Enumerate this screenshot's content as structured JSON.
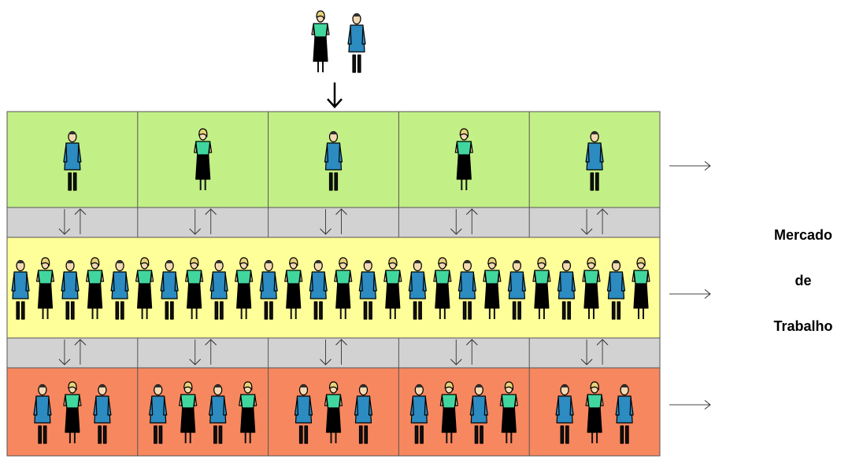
{
  "diagram": {
    "label_lines": [
      "Mercado",
      "de",
      "Trabalho"
    ],
    "colors": {
      "top_band": "#c2f086",
      "middle_band": "#ffff99",
      "bottom_band": "#f7875f",
      "connector_band": "#d2d2d2",
      "man_coat": "#2c8bc0",
      "woman_top": "#41d69e",
      "skirt": "#000000",
      "hair_woman": "#e8d27a",
      "skin": "#f3d9b1"
    },
    "entry_figures": [
      "woman",
      "man"
    ],
    "rows": [
      {
        "name": "top",
        "cells": [
          [
            "man"
          ],
          [
            "woman"
          ],
          [
            "man"
          ],
          [
            "woman"
          ],
          [
            "man"
          ]
        ]
      },
      {
        "name": "middle",
        "figures": [
          "man",
          "woman",
          "man",
          "woman",
          "man",
          "woman",
          "man",
          "woman",
          "man",
          "woman",
          "man",
          "woman",
          "man",
          "woman",
          "man",
          "woman",
          "man",
          "woman",
          "man",
          "woman",
          "man",
          "woman",
          "man",
          "woman",
          "man",
          "woman"
        ]
      },
      {
        "name": "bottom",
        "cells": [
          [
            "man",
            "woman",
            "man"
          ],
          [
            "man",
            "woman",
            "man",
            "woman"
          ],
          [
            "man",
            "woman",
            "man"
          ],
          [
            "man",
            "woman",
            "man",
            "woman"
          ],
          [
            "man",
            "woman",
            "man"
          ]
        ]
      }
    ]
  }
}
